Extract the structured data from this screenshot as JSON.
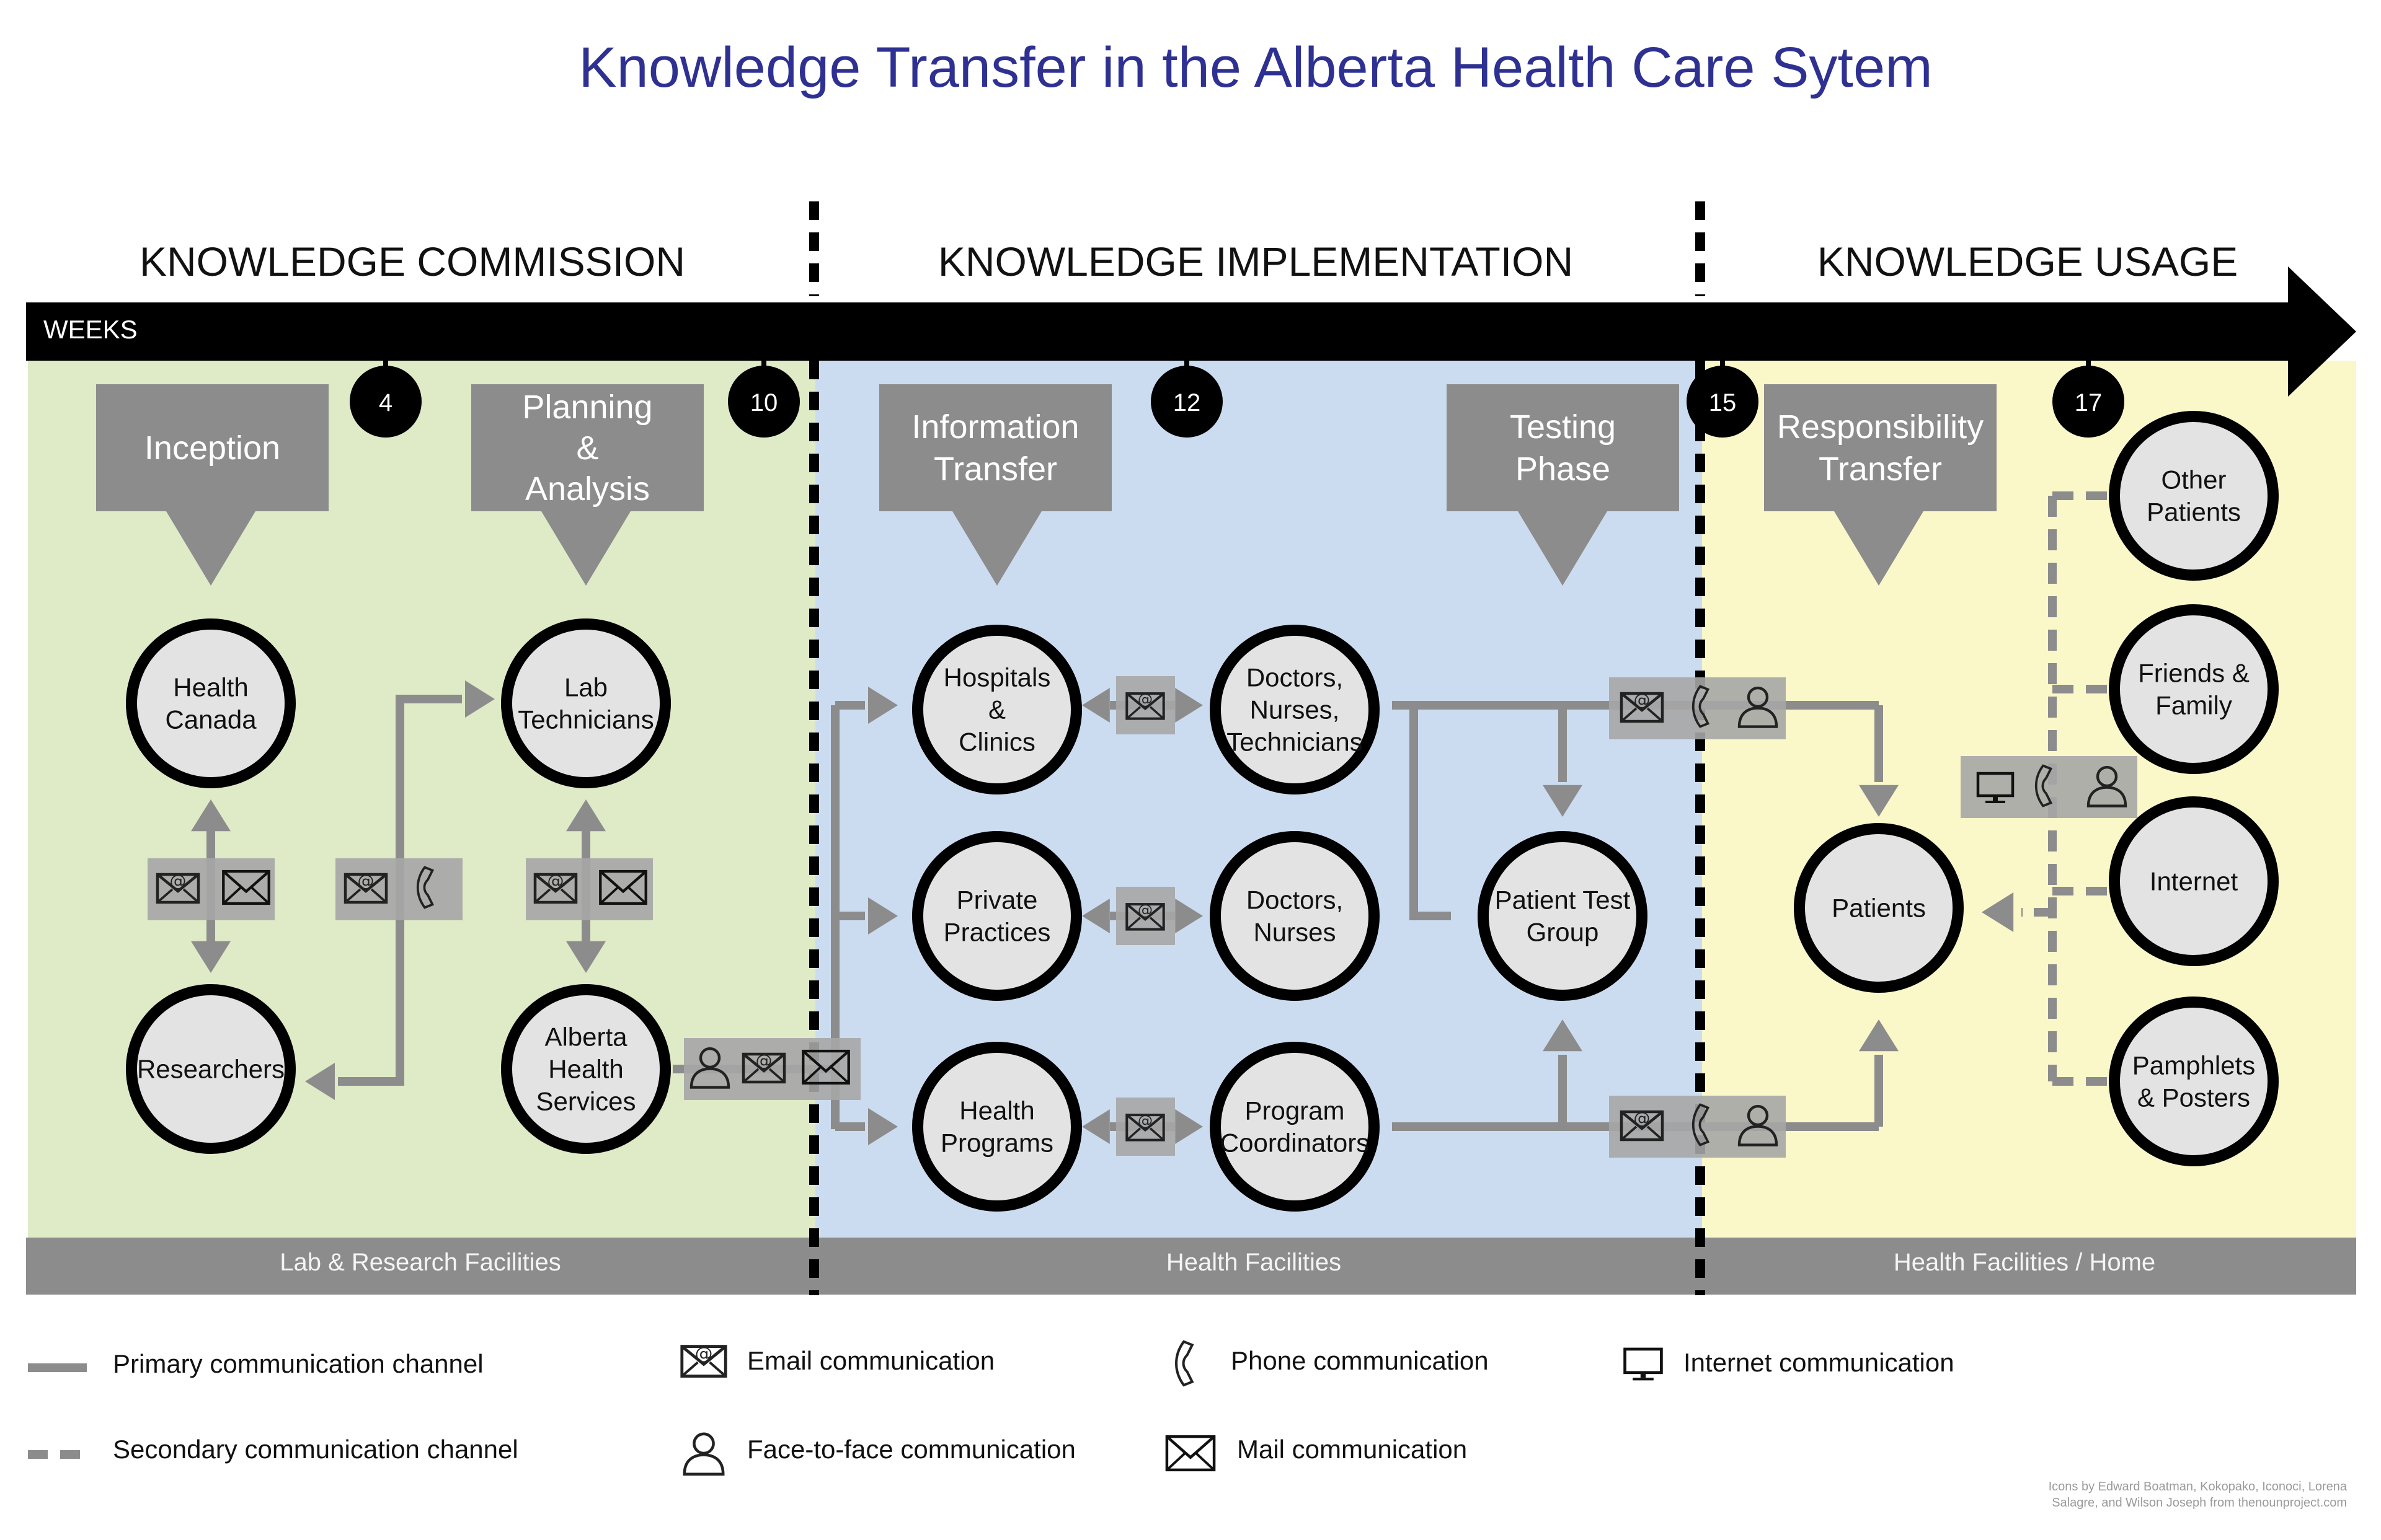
{
  "title": "Knowledge Transfer in the Alberta Health Care Sytem",
  "weeks_label": "WEEKS",
  "colors": {
    "title": "#2e3192",
    "zone_green": "#dfeac6",
    "zone_blue": "#ccdcf0",
    "zone_yellow": "#faf7c9",
    "gray_box": "#8c8c8c",
    "node_fill": "#e3e3e3",
    "channel": "#8c8c8c",
    "dark": "#000000"
  },
  "phases": [
    {
      "label": "KNOWLEDGE COMMISSION"
    },
    {
      "label": "KNOWLEDGE IMPLEMENTATION"
    },
    {
      "label": "KNOWLEDGE USAGE"
    }
  ],
  "footers": [
    {
      "label": "Lab & Research Facilities"
    },
    {
      "label": "Health Facilities"
    },
    {
      "label": "Health Facilities / Home"
    }
  ],
  "week_markers": [
    "4",
    "10",
    "12",
    "15",
    "17"
  ],
  "stages": [
    {
      "lines": [
        "Inception"
      ]
    },
    {
      "lines": [
        "Planning",
        "&",
        "Analysis"
      ]
    },
    {
      "lines": [
        "Information",
        "Transfer"
      ]
    },
    {
      "lines": [
        "Testing",
        "Phase"
      ]
    },
    {
      "lines": [
        "Responsibility",
        "Transfer"
      ]
    }
  ],
  "nodes": [
    {
      "lines": [
        "Health",
        "Canada"
      ]
    },
    {
      "lines": [
        "Researchers"
      ]
    },
    {
      "lines": [
        "Lab",
        "Technicians"
      ]
    },
    {
      "lines": [
        "Alberta",
        "Health",
        "Services"
      ]
    },
    {
      "lines": [
        "Hospitals",
        "&",
        "Clinics"
      ]
    },
    {
      "lines": [
        "Private",
        "Practices"
      ]
    },
    {
      "lines": [
        "Health",
        "Programs"
      ]
    },
    {
      "lines": [
        "Doctors,",
        "Nurses,",
        "Technicians"
      ]
    },
    {
      "lines": [
        "Doctors,",
        "Nurses"
      ]
    },
    {
      "lines": [
        "Program",
        "Coordinators"
      ]
    },
    {
      "lines": [
        "Patient Test",
        "Group"
      ]
    },
    {
      "lines": [
        "Patients"
      ]
    },
    {
      "lines": [
        "Other",
        "Patients"
      ]
    },
    {
      "lines": [
        "Friends &",
        "Family"
      ]
    },
    {
      "lines": [
        "Internet"
      ]
    },
    {
      "lines": [
        "Pamphlets",
        "& Posters"
      ]
    }
  ],
  "legend": {
    "primary": "Primary communication channel",
    "secondary": "Secondary communication channel",
    "email": "Email communication",
    "face": "Face-to-face communication",
    "phone": "Phone communication",
    "mail": "Mail communication",
    "internet": "Internet communication"
  },
  "credits": [
    "Icons by Edward Boatman, Kokopako, Iconoci, Lorena",
    "Salagre, and Wilson Joseph from thenounproject.com"
  ]
}
